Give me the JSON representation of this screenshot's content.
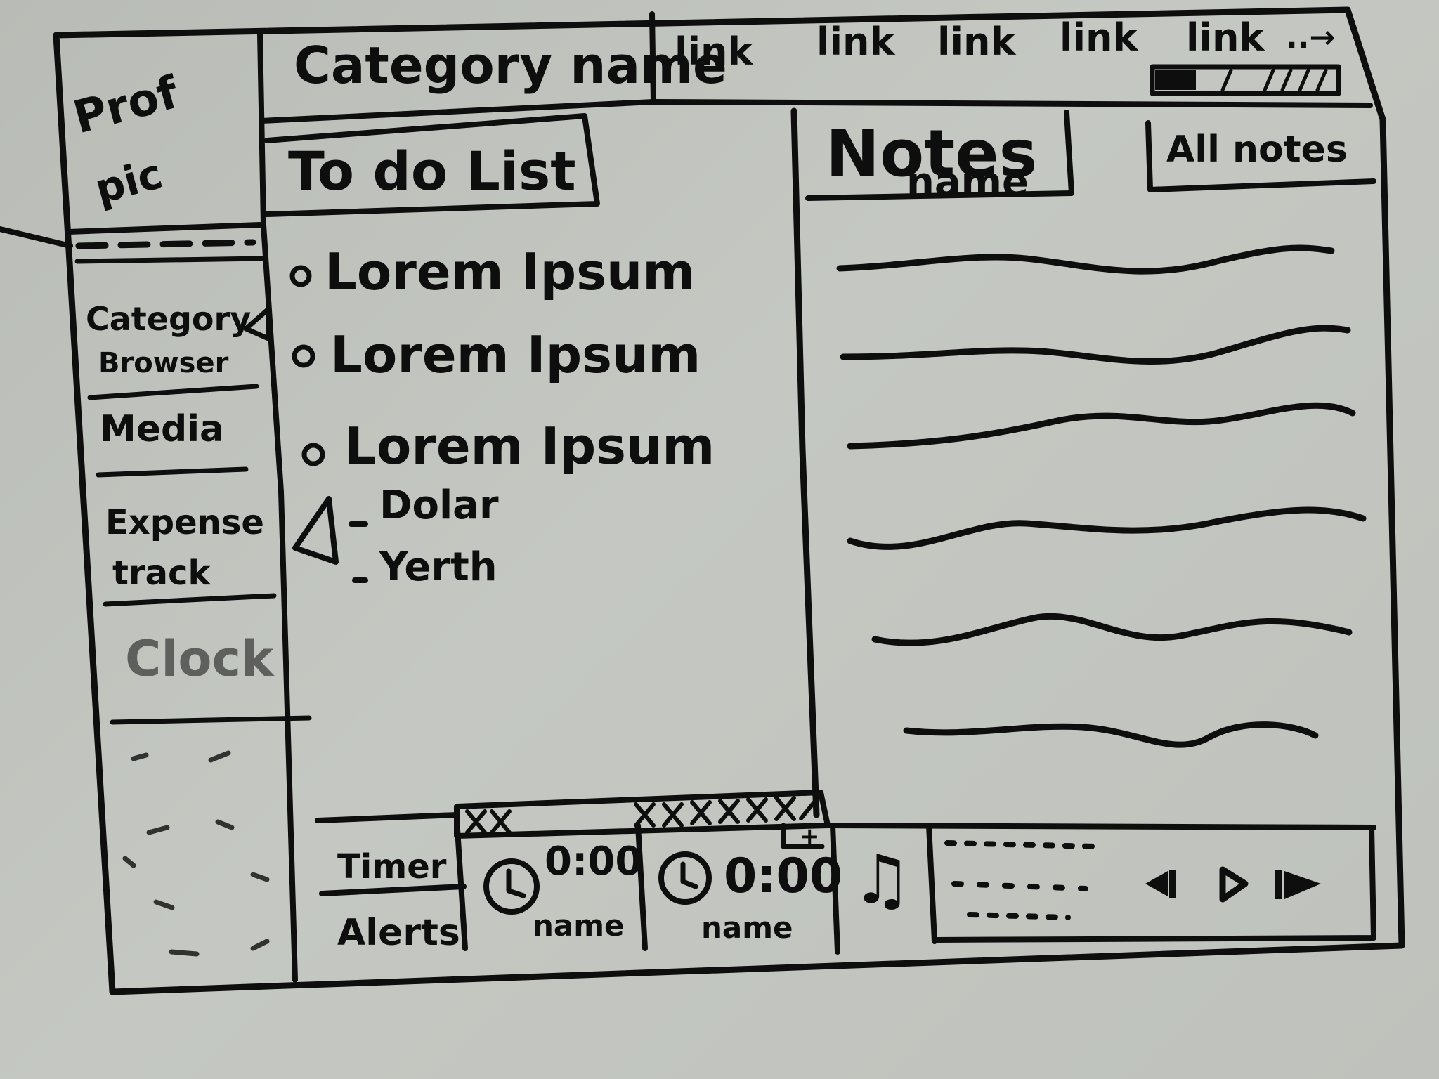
{
  "profile": {
    "label_line1": "Prof",
    "label_line2": "pic"
  },
  "header": {
    "category_name": "Category name",
    "links": [
      "link",
      "link",
      "link",
      "link",
      "link"
    ],
    "links_more": "..→"
  },
  "sidebar": {
    "items": [
      {
        "line1": "Category",
        "line2": "Browser"
      },
      {
        "line1": "Media",
        "line2": ""
      },
      {
        "line1": "Expense",
        "line2": "track"
      },
      {
        "line1": "Clock",
        "line2": ""
      }
    ]
  },
  "todo": {
    "title": "To do List",
    "items": [
      "Lorem Ipsum",
      "Lorem Ipsum",
      "Lorem Ipsum"
    ],
    "subitems": [
      "Dolar",
      "Yerth"
    ]
  },
  "notes": {
    "title_line1": "Notes",
    "title_line2": "name",
    "all_notes": "All notes",
    "line_count": 6
  },
  "bottom": {
    "timer_label": "Timer",
    "alerts_label": "Alerts",
    "timers": [
      {
        "time": "0:00",
        "name": "name"
      },
      {
        "time": "0:00",
        "name": "name"
      }
    ],
    "add_symbol": "+",
    "music_icon": "♫"
  },
  "colors": {
    "ink": "#0e0e0e",
    "board": "#c2c5bf"
  }
}
